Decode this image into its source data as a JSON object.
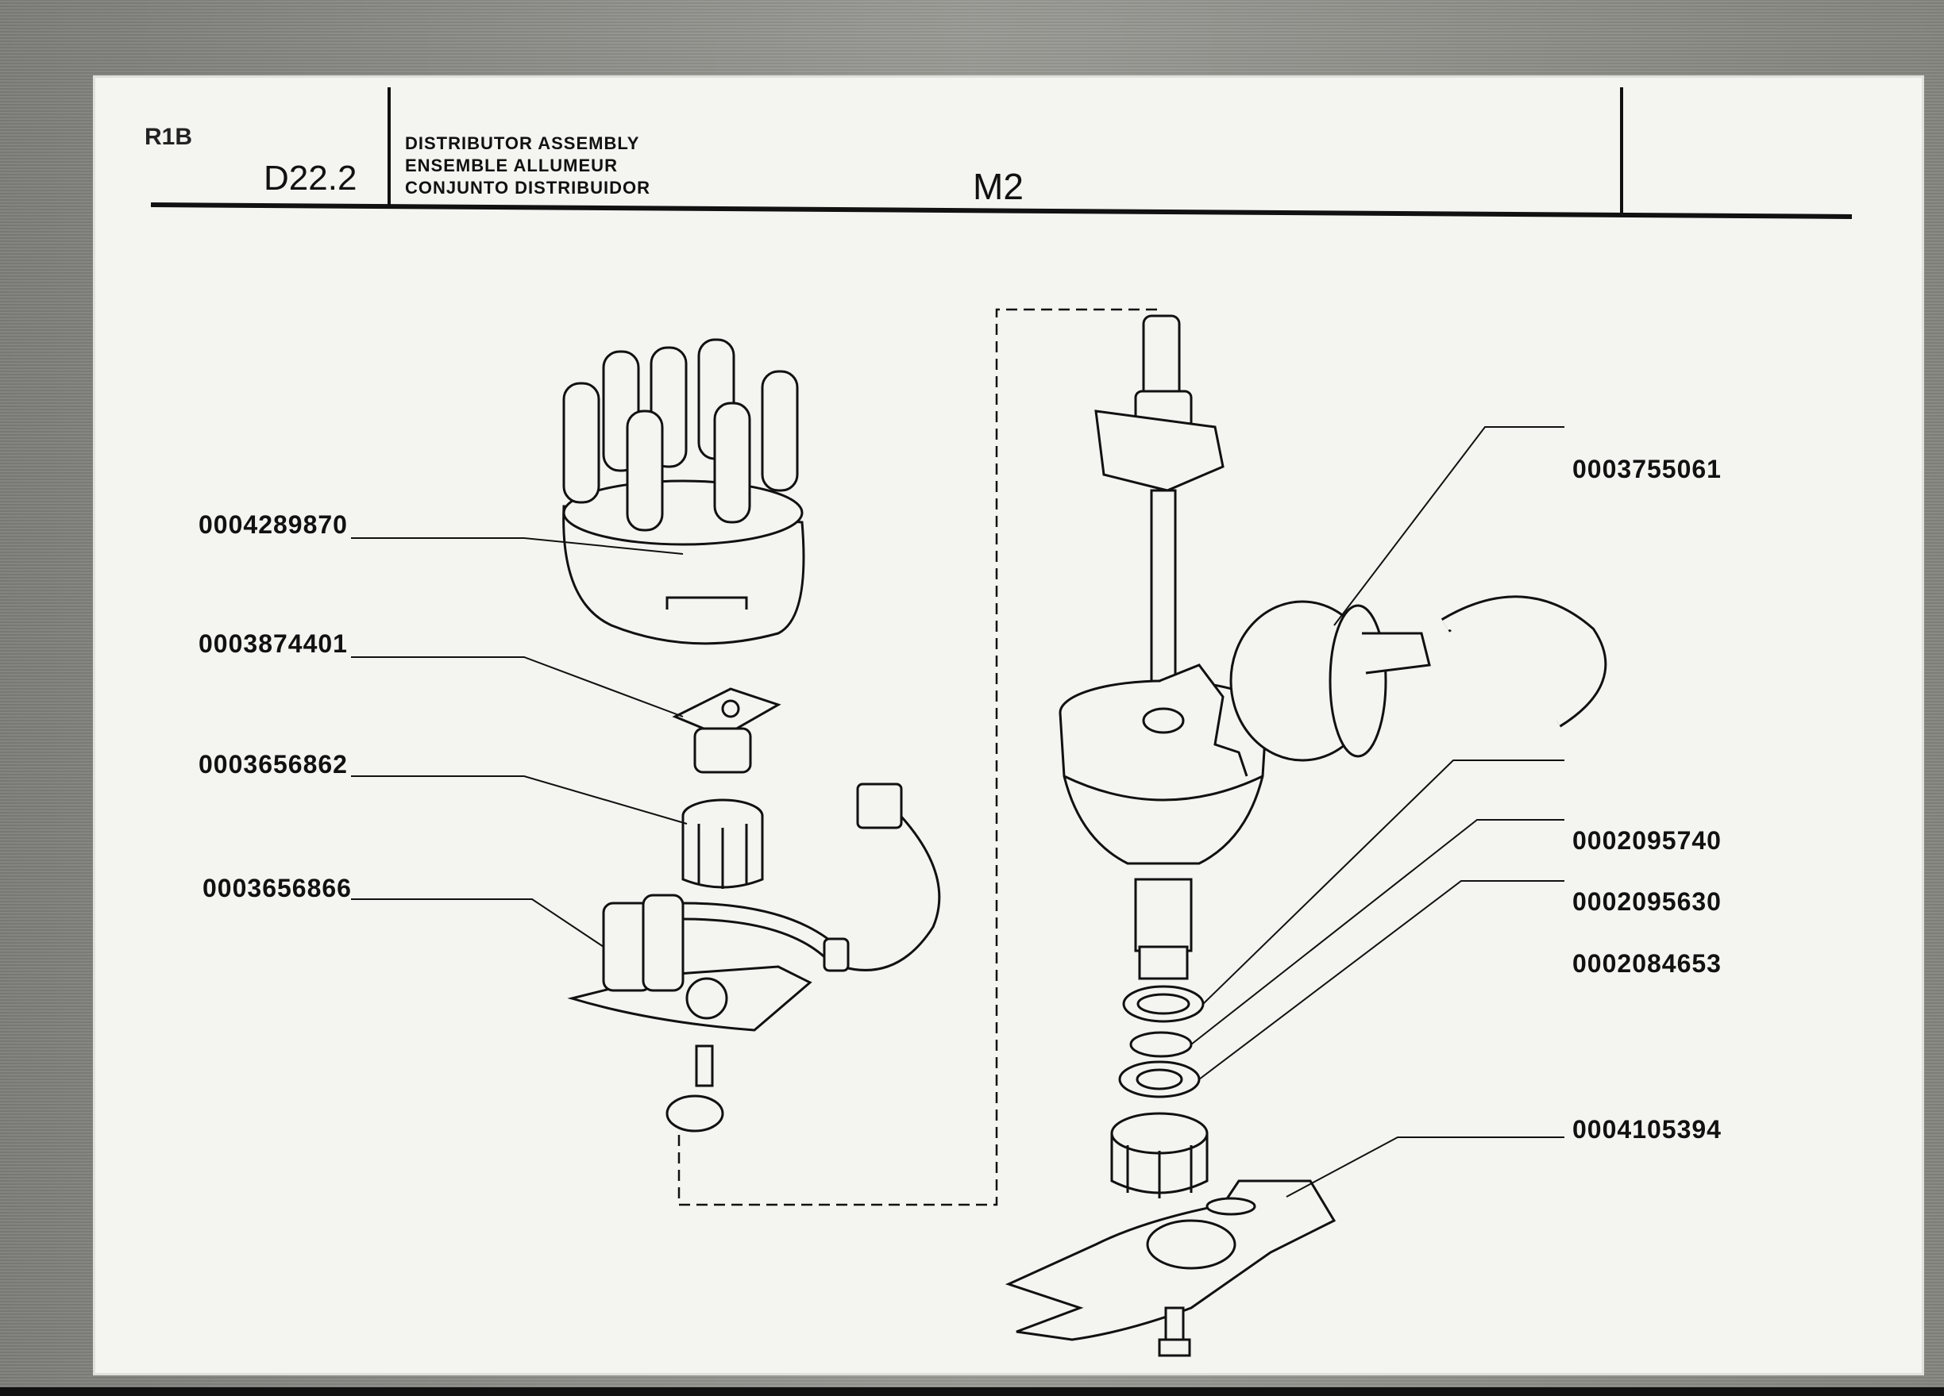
{
  "header": {
    "model_code": "R1B",
    "page_code": "D22.2",
    "title_lines": [
      "DISTRIBUTOR ASSEMBLY",
      "ENSEMBLE ALLUMEUR",
      "CONJUNTO DISTRIBUIDOR"
    ],
    "group_code": "M2"
  },
  "parts": [
    {
      "number": "0004289870",
      "component": "distributor cap"
    },
    {
      "number": "0003874401",
      "component": "rotor"
    },
    {
      "number": "0003656862",
      "component": "reluctor"
    },
    {
      "number": "0003656866",
      "component": "pickup module"
    },
    {
      "number": "0003755061",
      "component": "vacuum advance unit"
    },
    {
      "number": "0002095740",
      "component": "shaft seal ring"
    },
    {
      "number": "0002095630",
      "component": "o-ring"
    },
    {
      "number": "0002084653",
      "component": "thrust washer"
    },
    {
      "number": "0004105394",
      "component": "clamp plate"
    }
  ]
}
